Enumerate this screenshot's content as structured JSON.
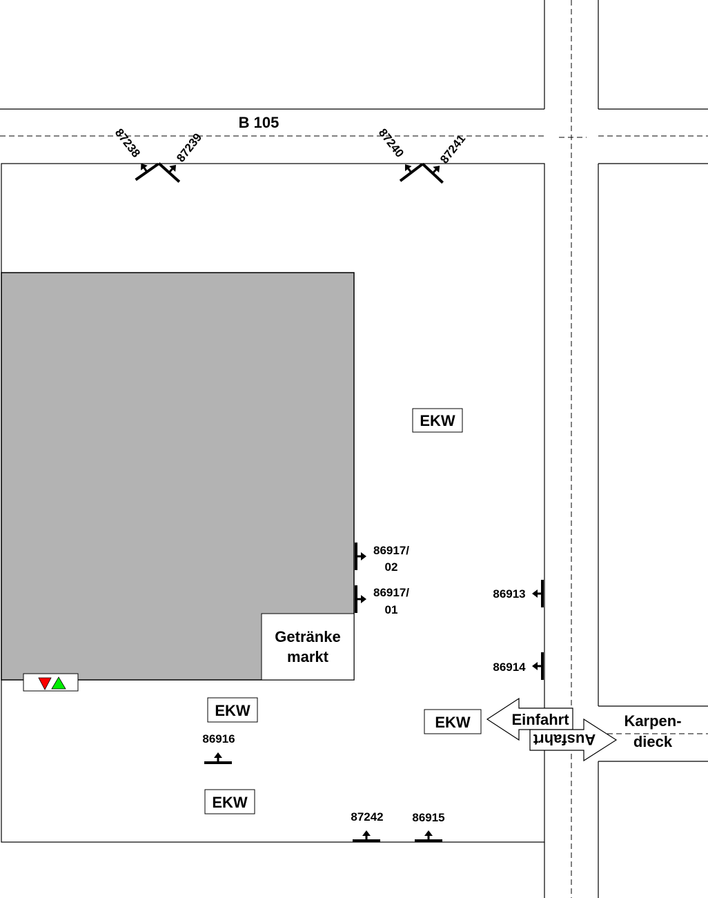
{
  "road_north": "B 105",
  "road_east": [
    "Karpen-",
    "dieck"
  ],
  "building_label": [
    "Getränke",
    "markt"
  ],
  "ekw_labels": [
    "EKW",
    "EKW",
    "EKW",
    "EKW"
  ],
  "entrance_label": "Einfahrt",
  "exit_label": "Ausfahrt",
  "sensors": {
    "s87238": "87238",
    "s87239": "87239",
    "s87240": "87240",
    "s87241": "87241",
    "s86917_02": [
      "86917/",
      "02"
    ],
    "s86917_01": [
      "86917/",
      "01"
    ],
    "s86913": "86913",
    "s86914": "86914",
    "s86916": "86916",
    "s87242": "87242",
    "s86915": "86915"
  },
  "colors": {
    "building": "#b3b3b3",
    "signal_red": "#ff0000",
    "signal_green": "#00ee00"
  }
}
